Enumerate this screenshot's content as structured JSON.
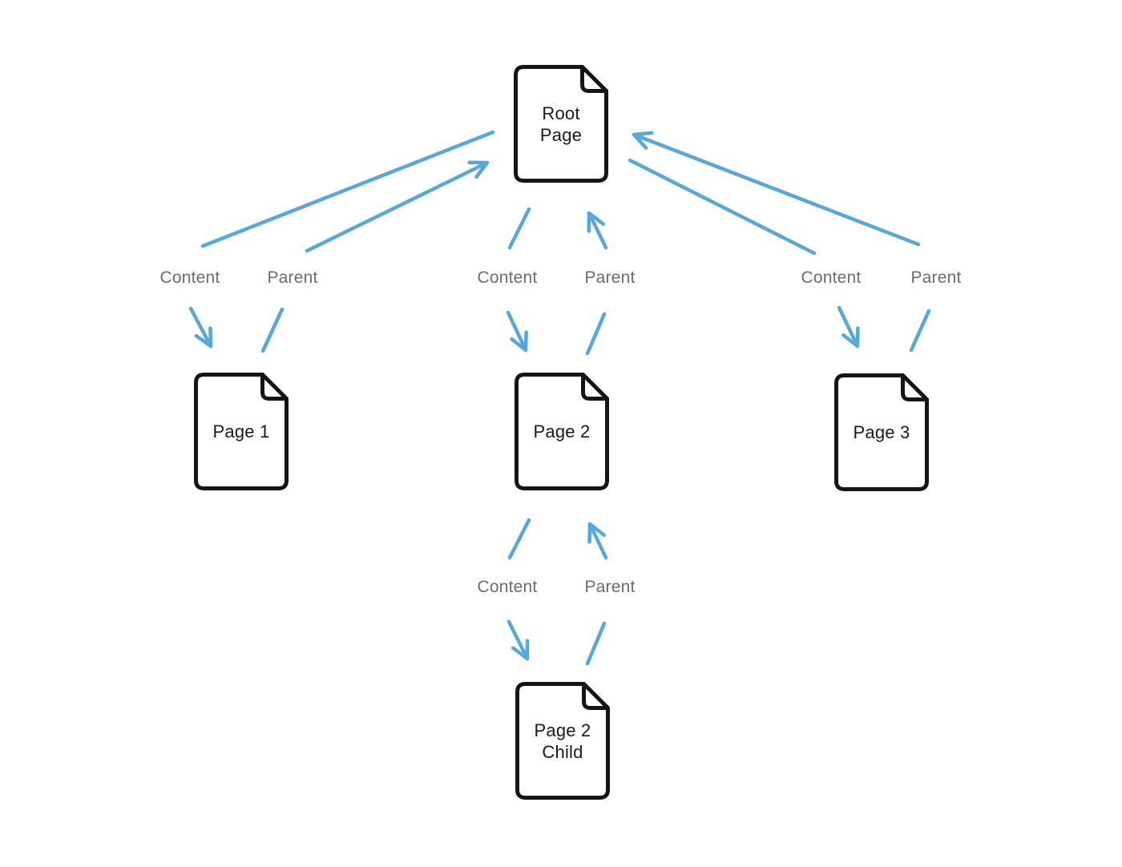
{
  "diagram": {
    "type": "page-hierarchy",
    "nodes": {
      "root": {
        "line1": "Root",
        "line2": "Page"
      },
      "page1": {
        "line1": "Page 1"
      },
      "page2": {
        "line1": "Page 2"
      },
      "page3": {
        "line1": "Page 3"
      },
      "page2_child": {
        "line1": "Page 2",
        "line2": "Child"
      }
    },
    "edges": [
      {
        "from": "Root Page",
        "to": "Page 1",
        "label": "Content"
      },
      {
        "from": "Page 1",
        "to": "Root Page",
        "label": "Parent"
      },
      {
        "from": "Root Page",
        "to": "Page 2",
        "label": "Content"
      },
      {
        "from": "Page 2",
        "to": "Root Page",
        "label": "Parent"
      },
      {
        "from": "Root Page",
        "to": "Page 3",
        "label": "Content"
      },
      {
        "from": "Page 3",
        "to": "Root Page",
        "label": "Parent"
      },
      {
        "from": "Page 2",
        "to": "Page 2 Child",
        "label": "Content"
      },
      {
        "from": "Page 2 Child",
        "to": "Page 2",
        "label": "Parent"
      }
    ],
    "colors": {
      "arrow_blue": "#58a7db",
      "edge_label_gray": "#6c6c6f",
      "node_stroke": "#151515",
      "node_text": "#1a1a1a",
      "background": "#ffffff"
    }
  }
}
